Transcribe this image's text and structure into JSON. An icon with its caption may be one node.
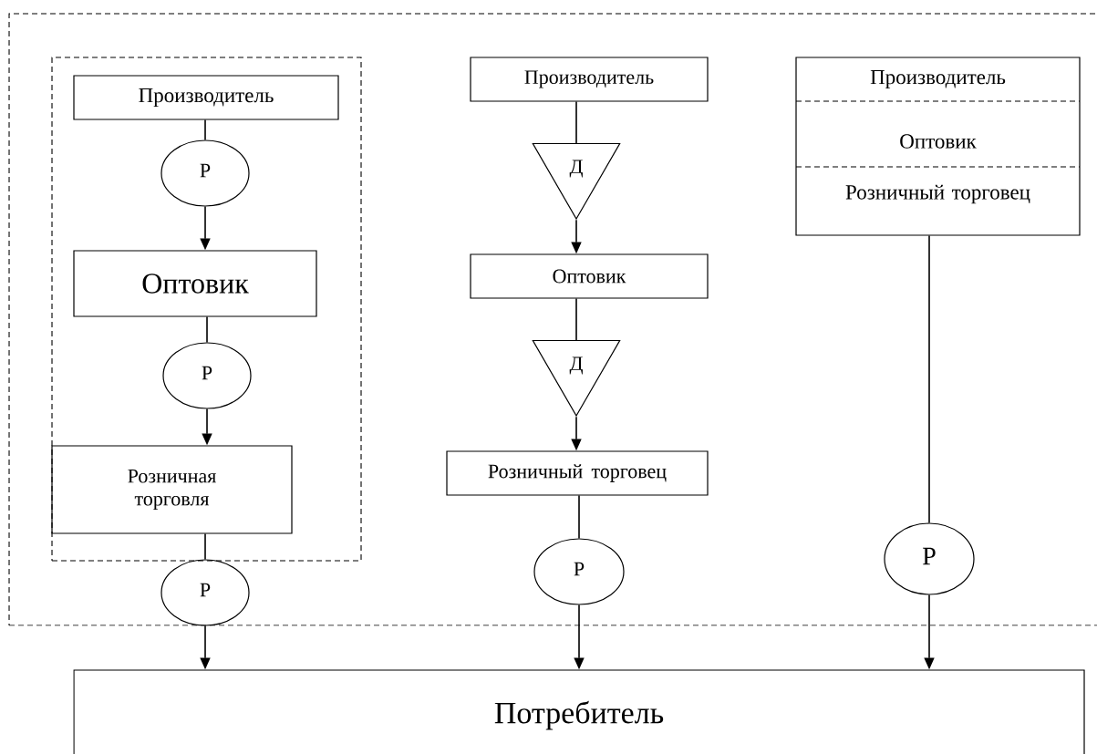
{
  "diagram": {
    "nodes": [
      {
        "text": [],
        "shape": "box"
      },
      {
        "text": [],
        "shape": "box",
        "in": 0
      },
      {
        "text": [
          "Производитель"
        ],
        "in": 1
      },
      {
        "text": [
          "Р"
        ],
        "in": 1
      },
      {
        "text": [
          "Оптовик"
        ],
        "in": 1
      },
      {
        "text": [
          "Р"
        ],
        "in": 1
      },
      {
        "text": [
          "Розничная торговля"
        ],
        "in": 1
      },
      {
        "text": [
          "Р"
        ],
        "in": 0
      },
      {
        "text": [
          "Производитель"
        ],
        "in": 0
      },
      {
        "text": [
          "Д"
        ],
        "in": 0
      },
      {
        "text": [
          "Оптовик"
        ],
        "in": 0
      },
      {
        "text": [
          "Д"
        ],
        "in": 0
      },
      {
        "text": [
          "Розничный торговец"
        ],
        "in": 0
      },
      {
        "text": [
          "Р"
        ],
        "in": 0
      },
      {
        "text": [
          "Производитель",
          "Оптовик",
          "Розничный торговец"
        ],
        "in": 0
      },
      {
        "text": [
          "Р"
        ],
        "in": 0
      },
      {
        "text": [
          "Потребитель"
        ]
      }
    ],
    "edges": [
      {
        "from": 2,
        "to": 3,
        "arrow": "none"
      },
      {
        "from": 3,
        "to": 4,
        "arrow": "to"
      },
      {
        "from": 4,
        "to": 5,
        "arrow": "none"
      },
      {
        "from": 5,
        "to": 6,
        "arrow": "to"
      },
      {
        "from": 6,
        "to": 7,
        "arrow": "none"
      },
      {
        "from": 7,
        "to": 16,
        "arrow": "to"
      },
      {
        "from": 8,
        "to": 9,
        "arrow": "none"
      },
      {
        "from": 9,
        "to": 10,
        "arrow": "to"
      },
      {
        "from": 10,
        "to": 11,
        "arrow": "none"
      },
      {
        "from": 11,
        "to": 12,
        "arrow": "to"
      },
      {
        "from": 12,
        "to": 13,
        "arrow": "none"
      },
      {
        "from": 13,
        "to": 16,
        "arrow": "to"
      },
      {
        "from": 14,
        "to": 15,
        "arrow": "none"
      },
      {
        "from": 15,
        "to": 16,
        "arrow": "to"
      }
    ]
  }
}
